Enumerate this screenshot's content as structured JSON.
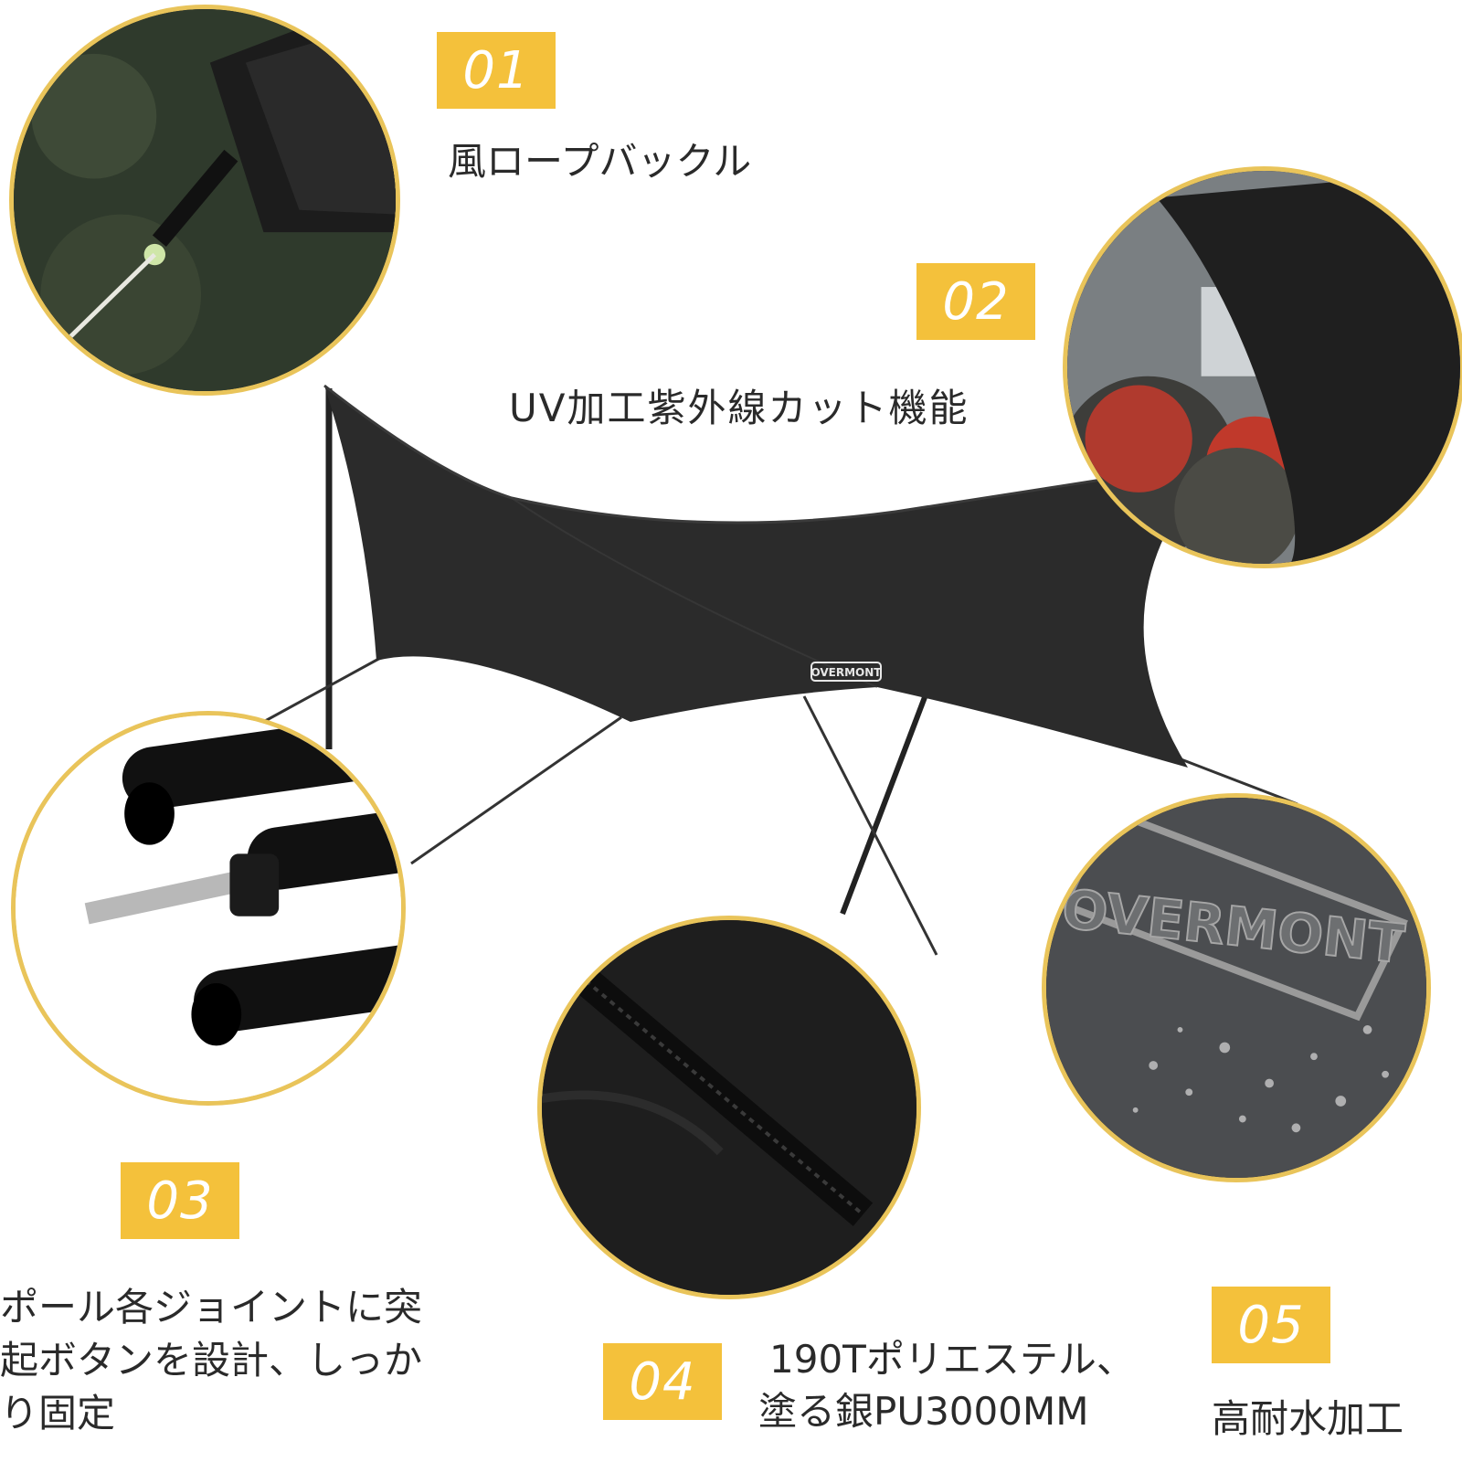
{
  "features": [
    {
      "number": "01",
      "text": "風ロープバックル"
    },
    {
      "number": "02",
      "text": "UV加工紫外線カット機能"
    },
    {
      "number": "03",
      "text_lines": [
        "ポール各ジョイントに突",
        "起ボタンを設計、しっか",
        "り固定"
      ]
    },
    {
      "number": "04",
      "text_lines": [
        "190Tポリエステル、",
        "塗る銀PU3000MM"
      ]
    },
    {
      "number": "05",
      "text": "高耐水加工"
    }
  ],
  "brand": {
    "logo_text": "OVERMONT"
  },
  "colors": {
    "badge": "#f4c13b",
    "circle_border": "#e9c45a",
    "tarp": "#2b2b2b"
  },
  "icons": [
    "rope-buckle-detail",
    "uv-fabric-detail",
    "pole-joint-detail",
    "seam-detail",
    "waterproof-fabric-detail"
  ]
}
